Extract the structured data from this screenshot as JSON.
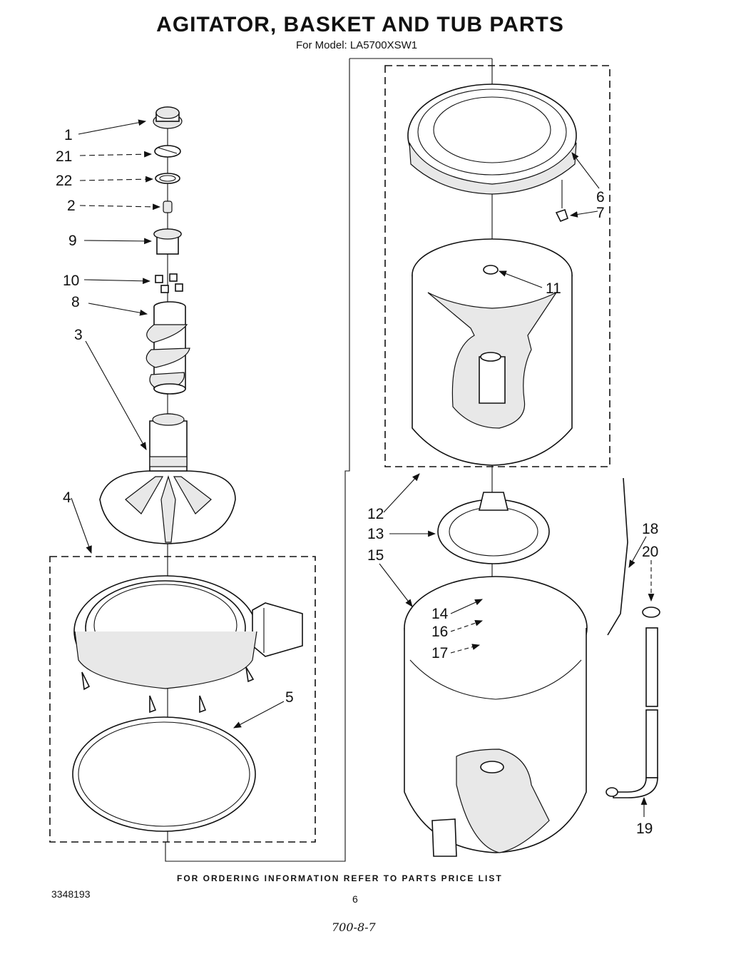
{
  "header": {
    "title": "AGITATOR, BASKET AND TUB PARTS",
    "model_line": "For Model: LA5700XSW1"
  },
  "callouts": {
    "c1": "1",
    "c21": "21",
    "c22": "22",
    "c2": "2",
    "c9": "9",
    "c10": "10",
    "c8": "8",
    "c3": "3",
    "c4": "4",
    "c5": "5",
    "c6": "6",
    "c7": "7",
    "c11": "11",
    "c12": "12",
    "c13": "13",
    "c15": "15",
    "c14": "14",
    "c16": "16",
    "c17": "17",
    "c18": "18",
    "c20": "20",
    "c19": "19"
  },
  "footer": {
    "ordering_note": "FOR ORDERING INFORMATION REFER TO PARTS PRICE LIST",
    "document_number": "3348193",
    "page_number": "6",
    "revision_code": "700-8-7"
  }
}
